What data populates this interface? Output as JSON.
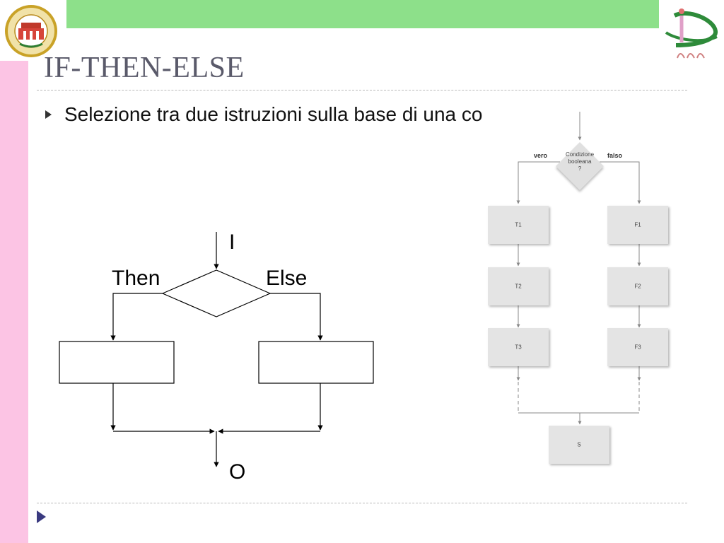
{
  "header": {
    "title": "IF-THEN-ELSE",
    "accent_color": "#8de08a",
    "side_color": "#fcc4e4"
  },
  "bullet": {
    "text": "Selezione tra due istruzioni sulla base di una condizione",
    "icon": "triangle-bullet-icon"
  },
  "left_diagram": {
    "input_label": "I",
    "output_label": "O",
    "then_label": "Then",
    "else_label": "Else"
  },
  "right_diagram": {
    "condition": {
      "line1": "Condizione",
      "line2": "booleana",
      "line3": "?"
    },
    "true_label": "vero",
    "false_label": "falso",
    "true_steps": [
      "T1",
      "T2",
      "T3"
    ],
    "false_steps": [
      "F1",
      "F2",
      "F3"
    ],
    "merge_label": "S"
  },
  "logos": {
    "left": "university-seal-icon",
    "right": "department-logo-icon"
  },
  "navigation": {
    "play_icon": "play-triangle-icon"
  }
}
